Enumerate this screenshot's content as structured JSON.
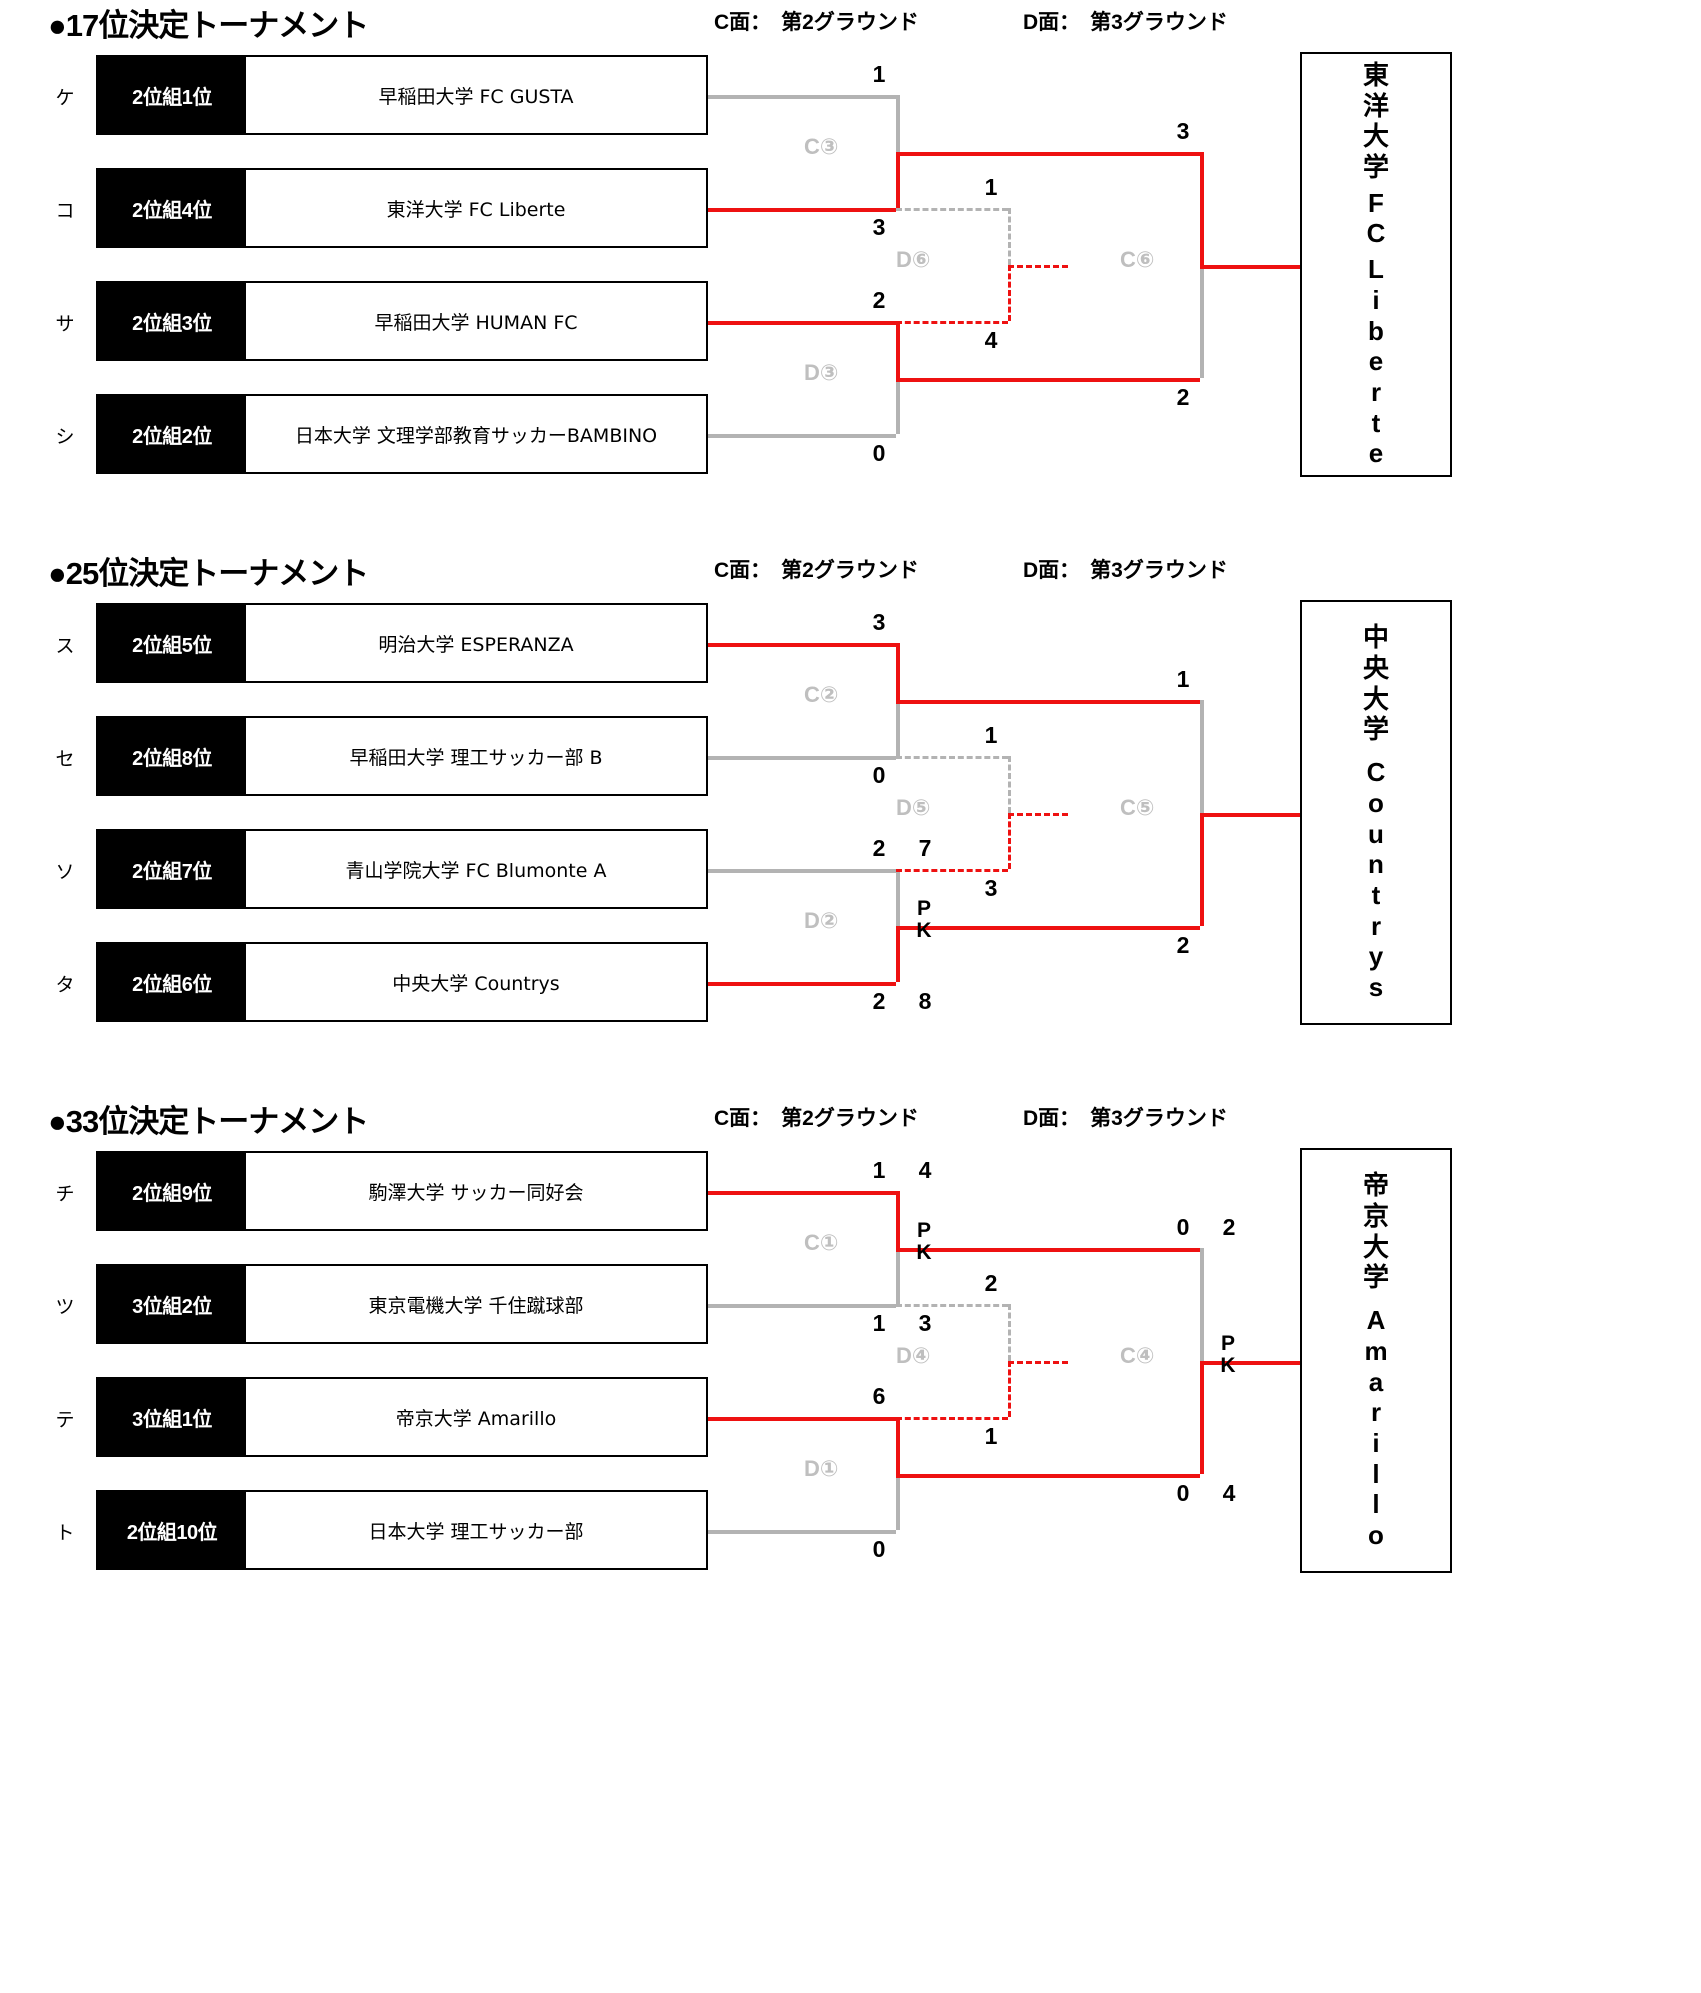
{
  "tournaments": [
    {
      "title": "●17位決定トーナメント",
      "venue_c_label": "C面：",
      "venue_c_value": "第2グラウンド",
      "venue_d_label": "D面：",
      "venue_d_value": "第3グラウンド",
      "teams": [
        {
          "seed": "ケ",
          "rank": "2位組1位",
          "name": "早稲田大学 FC GUSTA"
        },
        {
          "seed": "コ",
          "rank": "2位組4位",
          "name": "東洋大学 FC Liberte"
        },
        {
          "seed": "サ",
          "rank": "2位組3位",
          "name": "早稲田大学 HUMAN FC"
        },
        {
          "seed": "シ",
          "rank": "2位組2位",
          "name": "日本大学 文理学部教育サッカーBAMBINO"
        }
      ],
      "match_codes": {
        "top": "C③",
        "bottom": "D③",
        "loser": "D⑥",
        "final": "C⑥"
      },
      "scores": {
        "sf_top_upper": "1",
        "sf_top_lower": "3",
        "sf_bot_upper": "2",
        "sf_bot_lower": "0",
        "loser_upper": "1",
        "loser_lower": "4",
        "final_upper": "3",
        "final_lower": "2"
      },
      "winner": {
        "jp": "東洋大学",
        "en": "FC Liberte"
      }
    },
    {
      "title": "●25位決定トーナメント",
      "venue_c_label": "C面：",
      "venue_c_value": "第2グラウンド",
      "venue_d_label": "D面：",
      "venue_d_value": "第3グラウンド",
      "teams": [
        {
          "seed": "ス",
          "rank": "2位組5位",
          "name": "明治大学 ESPERANZA"
        },
        {
          "seed": "セ",
          "rank": "2位組8位",
          "name": "早稲田大学 理工サッカー部 B"
        },
        {
          "seed": "ソ",
          "rank": "2位組7位",
          "name": "青山学院大学 FC Blumonte A"
        },
        {
          "seed": "タ",
          "rank": "2位組6位",
          "name": "中央大学 Countrys"
        }
      ],
      "match_codes": {
        "top": "C②",
        "bottom": "D②",
        "loser": "D⑤",
        "final": "C⑤"
      },
      "scores": {
        "sf_top_upper": "3",
        "sf_top_lower": "0",
        "sf_bot_upper": "2",
        "sf_bot_upper_pk": "7",
        "sf_bot_lower": "2",
        "sf_bot_lower_pk": "8",
        "sf_bot_pk_mark": "PK",
        "loser_upper": "1",
        "loser_lower": "3",
        "final_upper": "1",
        "final_lower": "2"
      },
      "winner": {
        "jp": "中央大学",
        "en": "Countrys"
      }
    },
    {
      "title": "●33位決定トーナメント",
      "venue_c_label": "C面：",
      "venue_c_value": "第2グラウンド",
      "venue_d_label": "D面：",
      "venue_d_value": "第3グラウンド",
      "teams": [
        {
          "seed": "チ",
          "rank": "2位組9位",
          "name": "駒澤大学 サッカー同好会"
        },
        {
          "seed": "ツ",
          "rank": "3位組2位",
          "name": "東京電機大学 千住蹴球部"
        },
        {
          "seed": "テ",
          "rank": "3位組1位",
          "name": "帝京大学 Amarillo"
        },
        {
          "seed": "ト",
          "rank": "2位組10位",
          "name": "日本大学 理工サッカー部"
        }
      ],
      "match_codes": {
        "top": "C①",
        "bottom": "D①",
        "loser": "D④",
        "final": "C④"
      },
      "scores": {
        "sf_top_upper": "1",
        "sf_top_upper_pk": "4",
        "sf_top_lower": "1",
        "sf_top_lower_pk": "3",
        "sf_top_pk_mark": "PK",
        "sf_bot_upper": "6",
        "sf_bot_lower": "0",
        "loser_upper": "2",
        "loser_lower": "1",
        "final_upper": "0",
        "final_upper_pk": "2",
        "final_lower": "0",
        "final_lower_pk": "4",
        "final_pk_mark": "PK"
      },
      "winner": {
        "jp": "帝京大学",
        "en": "Amarillo"
      }
    }
  ],
  "colors": {
    "win": "#ee1111",
    "lose": "#b3b3b3",
    "ink": "#000000"
  }
}
